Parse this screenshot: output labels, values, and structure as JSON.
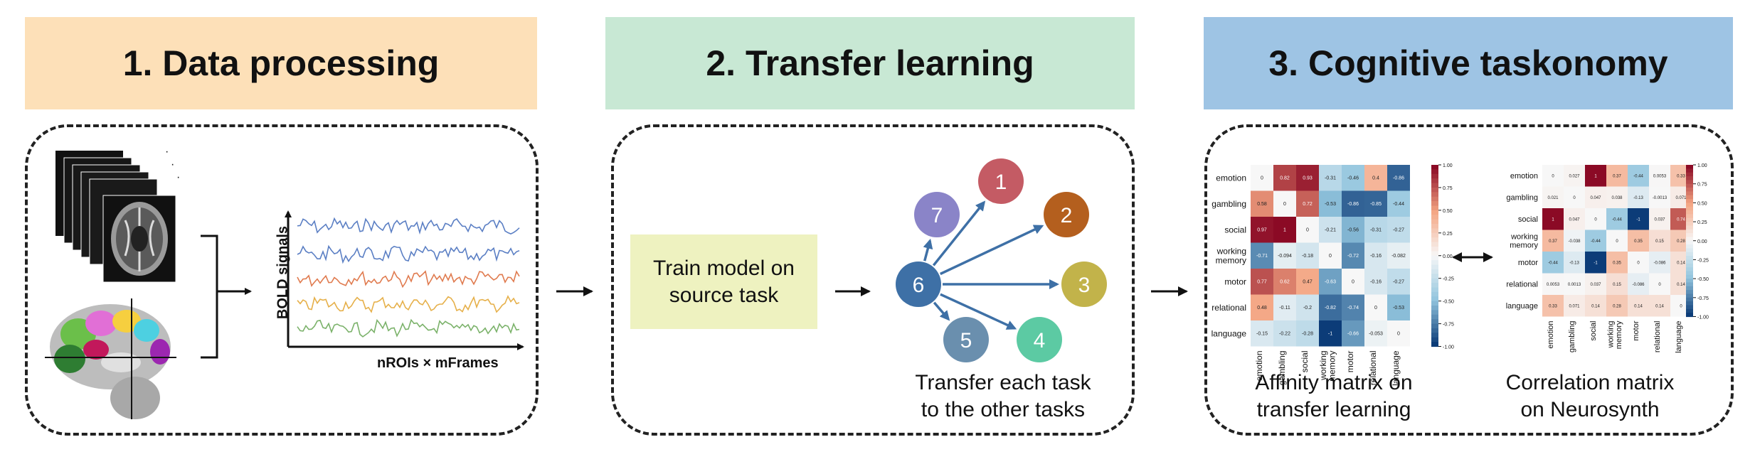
{
  "headers": [
    {
      "text": "1. Data processing",
      "color": "#fde0b8"
    },
    {
      "text": "2. Transfer learning",
      "color": "#c8e8d4"
    },
    {
      "text": "3. Cognitive taskonomy",
      "color": "#9ec4e4"
    }
  ],
  "panel1": {
    "ylabel": "BOLD signals",
    "xlabel": "nROIs × mFrames"
  },
  "panel2": {
    "train_box": "Train model on source task",
    "train_box_color": "#eef2c0",
    "caption": "Transfer each task to the other tasks",
    "nodes": [
      {
        "label": "1",
        "color": "#c45b64"
      },
      {
        "label": "2",
        "color": "#b45f1e"
      },
      {
        "label": "3",
        "color": "#c2b34a"
      },
      {
        "label": "4",
        "color": "#5ccaa3"
      },
      {
        "label": "5",
        "color": "#6a8fae"
      },
      {
        "label": "6",
        "color": "#3e70a6"
      },
      {
        "label": "7",
        "color": "#8a84c8"
      }
    ],
    "arrow_color": "#3e70a6"
  },
  "panel3": {
    "caption_left": "Affinity matrix on transfer learning",
    "caption_right": "Correlation matrix on Neurosynth",
    "tasks": [
      "emotion",
      "gambling",
      "social",
      "working memory",
      "motor",
      "relational",
      "language"
    ],
    "affinity_matrix": [
      [
        "0",
        "0.82",
        "0.93",
        "-0.31",
        "-0.46",
        "0.4",
        "-0.86"
      ],
      [
        "0.58",
        "0",
        "0.72",
        "-0.53",
        "-0.86",
        "-0.85",
        "-0.44"
      ],
      [
        "0.97",
        "1",
        "0",
        "-0.21",
        "-0.56",
        "-0.31",
        "-0.27"
      ],
      [
        "-0.71",
        "-0.094",
        "-0.18",
        "0",
        "-0.72",
        "-0.16",
        "-0.082"
      ],
      [
        "0.77",
        "0.62",
        "0.47",
        "-0.63",
        "0",
        "-0.16",
        "-0.27"
      ],
      [
        "0.48",
        "-0.11",
        "-0.2",
        "-0.82",
        "-0.74",
        "0",
        "-0.53"
      ],
      [
        "-0.15",
        "-0.22",
        "-0.28",
        "-1",
        "-0.66",
        "-0.053",
        "0"
      ]
    ],
    "correlation_matrix": [
      [
        "0",
        "0.027",
        "1",
        "0.37",
        "-0.44",
        "0.0053",
        "0.33"
      ],
      [
        "0.021",
        "0",
        "0.047",
        "0.038",
        "-0.13",
        "-0.0013",
        "0.071"
      ],
      [
        "1",
        "0.047",
        "0",
        "-0.44",
        "-1",
        "0.037",
        "0.74"
      ],
      [
        "0.37",
        "-0.038",
        "-0.44",
        "0",
        "0.35",
        "0.15",
        "0.28"
      ],
      [
        "-0.44",
        "-0.13",
        "-1",
        "0.35",
        "0",
        "-0.086",
        "0.14"
      ],
      [
        "0.0053",
        "0.0013",
        "0.037",
        "0.15",
        "-0.086",
        "0",
        "0.14"
      ],
      [
        "0.33",
        "0.071",
        "0.14",
        "0.28",
        "0.14",
        "0.14",
        "0"
      ]
    ],
    "colorbar_ticks_affinity": [
      "1.00",
      "0.75",
      "0.50",
      "0.25",
      "0.00",
      "-0.25",
      "-0.50",
      "-0.75",
      "-1.00"
    ],
    "colorbar_ticks_correlation": [
      "1.00",
      "0.75",
      "0.50",
      "0.25",
      "0.00",
      "-0.25",
      "-0.50",
      "-0.75",
      "-1.00"
    ],
    "cmap_pos": "#8b0a25",
    "cmap_neg": "#0c3c78"
  }
}
